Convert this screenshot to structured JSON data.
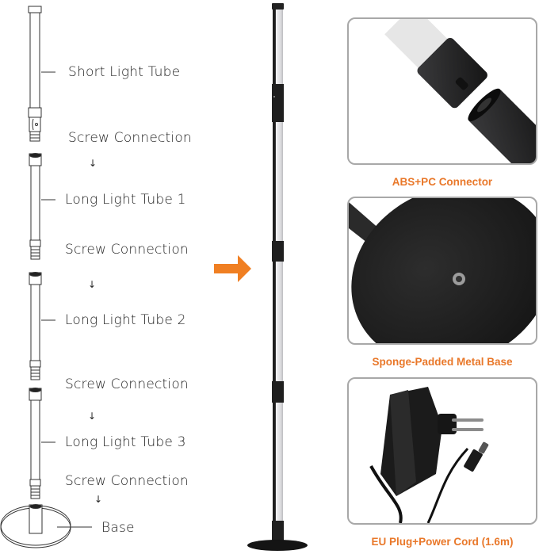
{
  "diagram": {
    "labels": [
      {
        "id": "short-tube",
        "text": "Short Light Tube"
      },
      {
        "id": "screw-1",
        "text": "Screw Connection"
      },
      {
        "id": "long-tube-1",
        "text": "Long Light Tube 1"
      },
      {
        "id": "screw-2",
        "text": "Screw Connection"
      },
      {
        "id": "long-tube-2",
        "text": "Long Light Tube 2"
      },
      {
        "id": "screw-3",
        "text": "Screw Connection"
      },
      {
        "id": "long-tube-3",
        "text": "Long Light Tube 3"
      },
      {
        "id": "screw-4",
        "text": "Screw Connection"
      },
      {
        "id": "base",
        "text": "Base"
      }
    ],
    "down_arrow_glyph": "↓"
  },
  "features": [
    {
      "caption": "ABS+PC Connector"
    },
    {
      "caption": "Sponge-Padded Metal Base"
    },
    {
      "caption": "EU Plug+Power Cord (1.6m)"
    }
  ],
  "colors": {
    "accent": "#e9782a",
    "panel_border": "#a8a8a8",
    "product_black": "#1e1e1e",
    "tube_white": "#e8e8ea"
  }
}
